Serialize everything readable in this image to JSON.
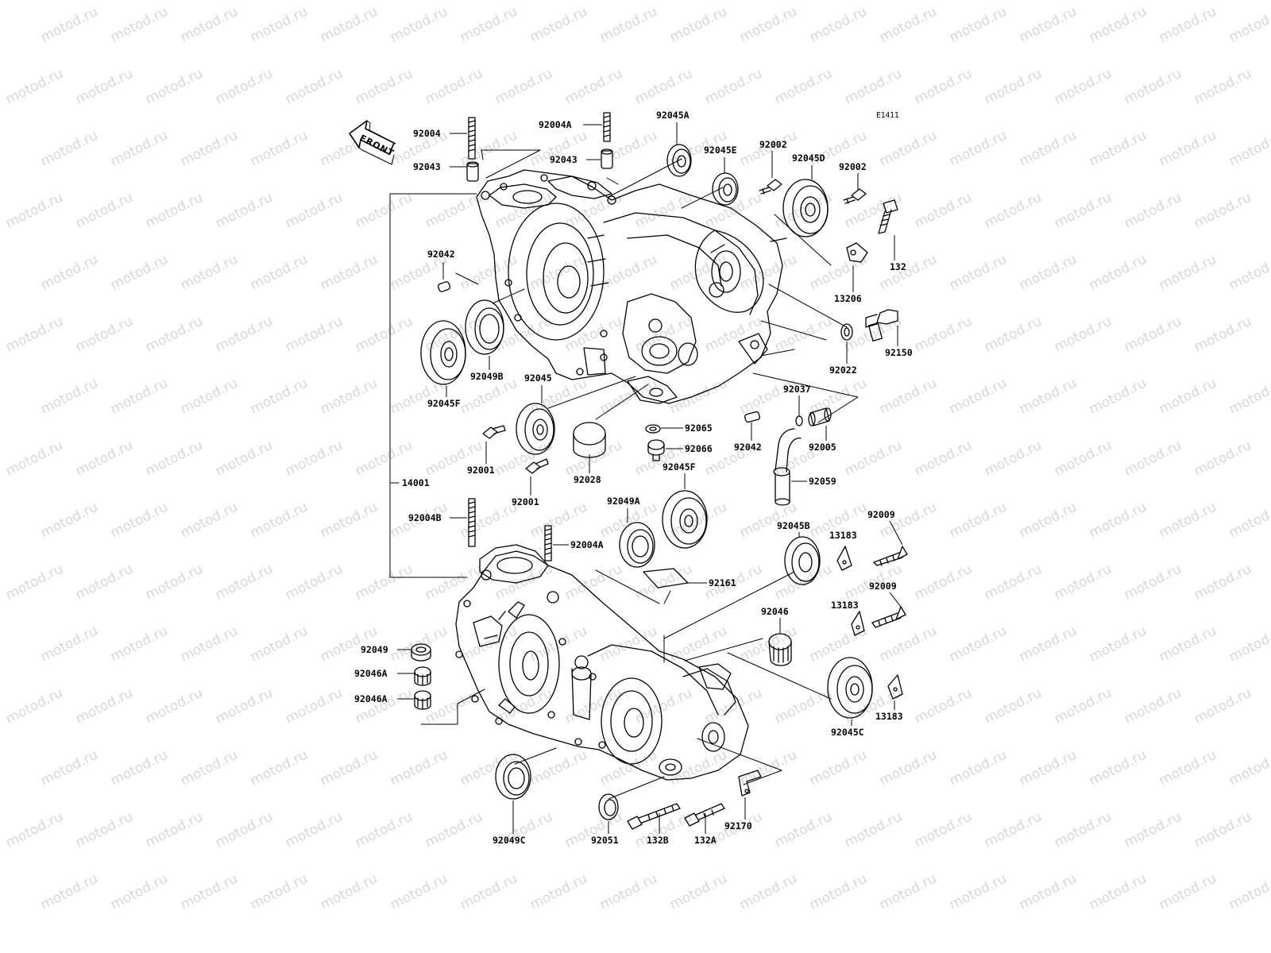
{
  "diagram": {
    "code": "E1411",
    "front_label": "FRONT",
    "watermark": "motod.ru"
  },
  "parts": [
    {
      "id": "p-92004",
      "label": "92004"
    },
    {
      "id": "p-92043-l",
      "label": "92043"
    },
    {
      "id": "p-92004A-t",
      "label": "92004A"
    },
    {
      "id": "p-92043-t",
      "label": "92043"
    },
    {
      "id": "p-92045A",
      "label": "92045A"
    },
    {
      "id": "p-92045E",
      "label": "92045E"
    },
    {
      "id": "p-92002-a",
      "label": "92002"
    },
    {
      "id": "p-92045D",
      "label": "92045D"
    },
    {
      "id": "p-92002-b",
      "label": "92002"
    },
    {
      "id": "p-132",
      "label": "132"
    },
    {
      "id": "p-13206",
      "label": "13206"
    },
    {
      "id": "p-92150",
      "label": "92150"
    },
    {
      "id": "p-92022",
      "label": "92022"
    },
    {
      "id": "p-92042-a",
      "label": "92042"
    },
    {
      "id": "p-92049B",
      "label": "92049B"
    },
    {
      "id": "p-92045F-a",
      "label": "92045F"
    },
    {
      "id": "p-92045",
      "label": "92045"
    },
    {
      "id": "p-92037",
      "label": "92037"
    },
    {
      "id": "p-92065",
      "label": "92065"
    },
    {
      "id": "p-92066",
      "label": "92066"
    },
    {
      "id": "p-92042-b",
      "label": "92042"
    },
    {
      "id": "p-92005",
      "label": "92005"
    },
    {
      "id": "p-92001-a",
      "label": "92001"
    },
    {
      "id": "p-92028",
      "label": "92028"
    },
    {
      "id": "p-92001-b",
      "label": "92001"
    },
    {
      "id": "p-92045F-b",
      "label": "92045F"
    },
    {
      "id": "p-92059",
      "label": "92059"
    },
    {
      "id": "p-14001",
      "label": "14001"
    },
    {
      "id": "p-92004B",
      "label": "92004B"
    },
    {
      "id": "p-92049A",
      "label": "92049A"
    },
    {
      "id": "p-92004A-b",
      "label": "92004A"
    },
    {
      "id": "p-92045B",
      "label": "92045B"
    },
    {
      "id": "p-13183-a",
      "label": "13183"
    },
    {
      "id": "p-92009-a",
      "label": "92009"
    },
    {
      "id": "p-92161",
      "label": "92161"
    },
    {
      "id": "p-92046",
      "label": "92046"
    },
    {
      "id": "p-13183-b",
      "label": "13183"
    },
    {
      "id": "p-92009-b",
      "label": "92009"
    },
    {
      "id": "p-92049",
      "label": "92049"
    },
    {
      "id": "p-92046A-a",
      "label": "92046A"
    },
    {
      "id": "p-92046A-b",
      "label": "92046A"
    },
    {
      "id": "p-92045C",
      "label": "92045C"
    },
    {
      "id": "p-13183-c",
      "label": "13183"
    },
    {
      "id": "p-92049C",
      "label": "92049C"
    },
    {
      "id": "p-92051",
      "label": "92051"
    },
    {
      "id": "p-132B",
      "label": "132B"
    },
    {
      "id": "p-132A",
      "label": "132A"
    },
    {
      "id": "p-92170",
      "label": "92170"
    }
  ]
}
